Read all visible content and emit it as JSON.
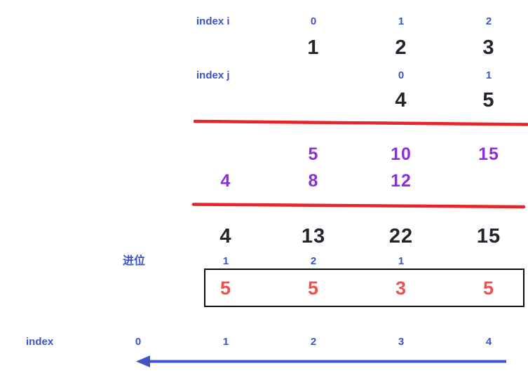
{
  "colors": {
    "blue": "#3b52cb",
    "purple": "#8d2ce2",
    "red": "#f25050",
    "red_line": "#e6242b",
    "black": "#23252e",
    "arrow": "#4353c9"
  },
  "multiplicand": {
    "index_label": "index i",
    "indices": [
      "0",
      "1",
      "2"
    ],
    "digits": [
      "1",
      "2",
      "3"
    ]
  },
  "multiplier": {
    "index_label": "index j",
    "indices": [
      "0",
      "1"
    ],
    "digits": [
      "4",
      "5"
    ]
  },
  "partial_products": {
    "row1": [
      "5",
      "10",
      "15"
    ],
    "row2": [
      "4",
      "8",
      "12"
    ]
  },
  "column_sums": [
    "4",
    "13",
    "22",
    "15"
  ],
  "carry": {
    "label": "进位",
    "values": [
      "1",
      "2",
      "1"
    ]
  },
  "result": {
    "digits": [
      "5",
      "5",
      "3",
      "5"
    ]
  },
  "index_axis": {
    "label": "index",
    "values": [
      "0",
      "1",
      "2",
      "3",
      "4"
    ]
  }
}
